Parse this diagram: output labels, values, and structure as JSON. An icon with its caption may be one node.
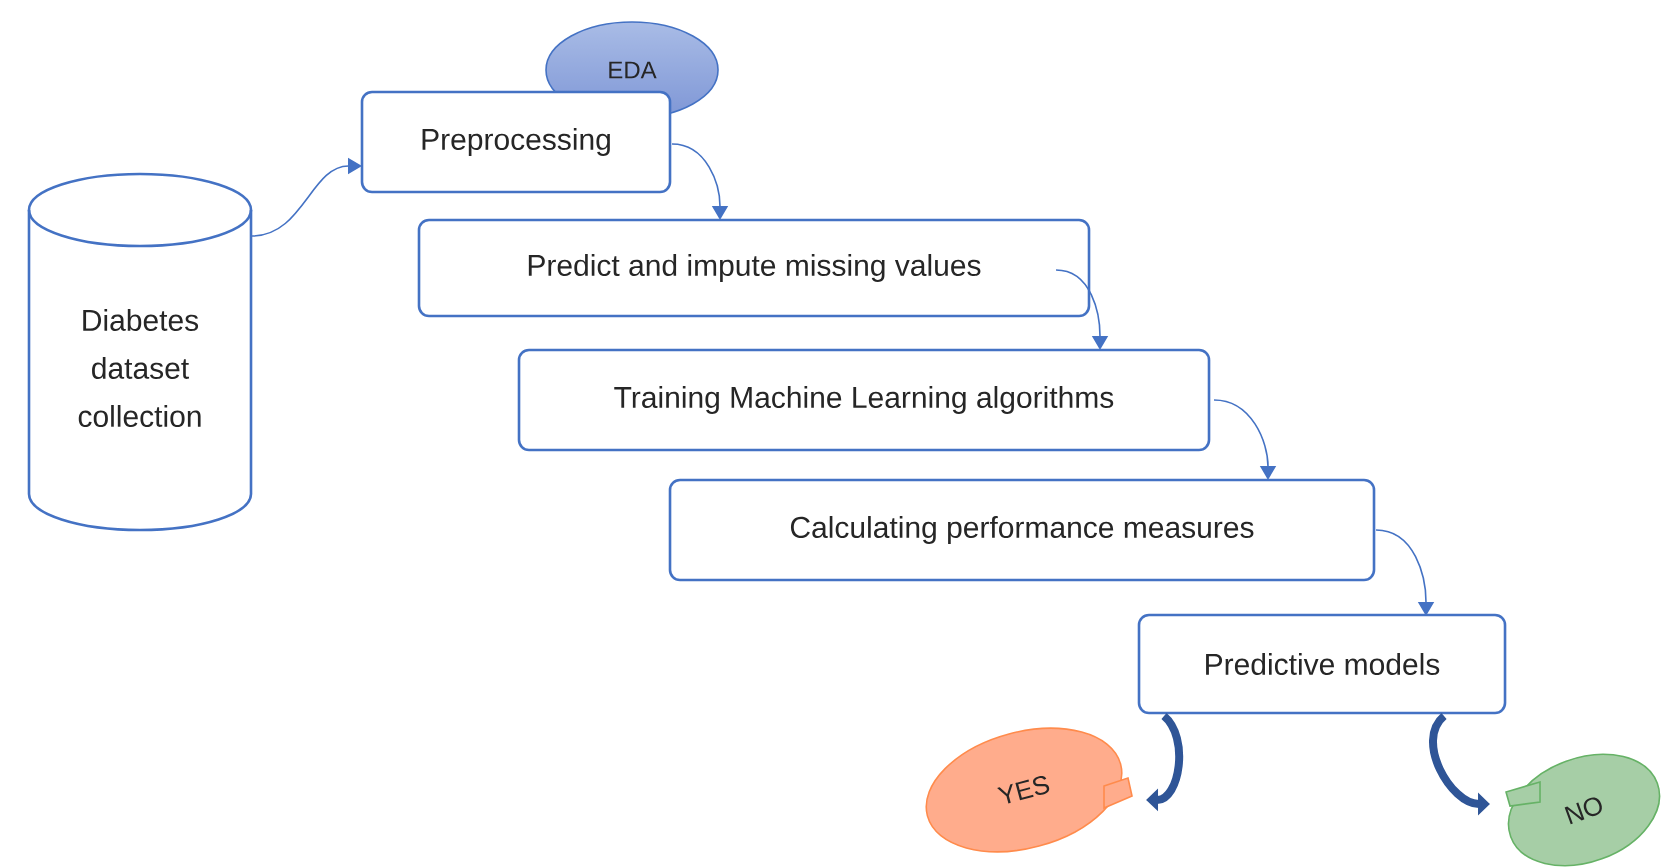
{
  "diagram": {
    "nodes": [
      {
        "text": [
          "Diabetes dataset collection"
        ]
      },
      {
        "text": [
          "EDA"
        ]
      },
      {
        "text": [
          "Preprocessing"
        ]
      },
      {
        "text": [
          "Predict and impute missing values"
        ]
      },
      {
        "text": [
          "Training Machine Learning algorithms"
        ]
      },
      {
        "text": [
          "Calculating performance measures"
        ]
      },
      {
        "text": [
          "Predictive models"
        ]
      },
      {
        "text": [
          "YES"
        ]
      },
      {
        "text": [
          "NO"
        ]
      }
    ],
    "edges": [
      {
        "from": 0,
        "to": 2,
        "arrow": "to"
      },
      {
        "from": 2,
        "to": 3,
        "arrow": "to"
      },
      {
        "from": 3,
        "to": 4,
        "arrow": "to"
      },
      {
        "from": 4,
        "to": 5,
        "arrow": "to"
      },
      {
        "from": 5,
        "to": 6,
        "arrow": "to"
      },
      {
        "from": 6,
        "to": 7,
        "arrow": "to",
        "style": "thick",
        "color": "#2f5597"
      },
      {
        "from": 6,
        "to": 8,
        "arrow": "to",
        "style": "thick",
        "color": "#2f5597"
      }
    ]
  }
}
